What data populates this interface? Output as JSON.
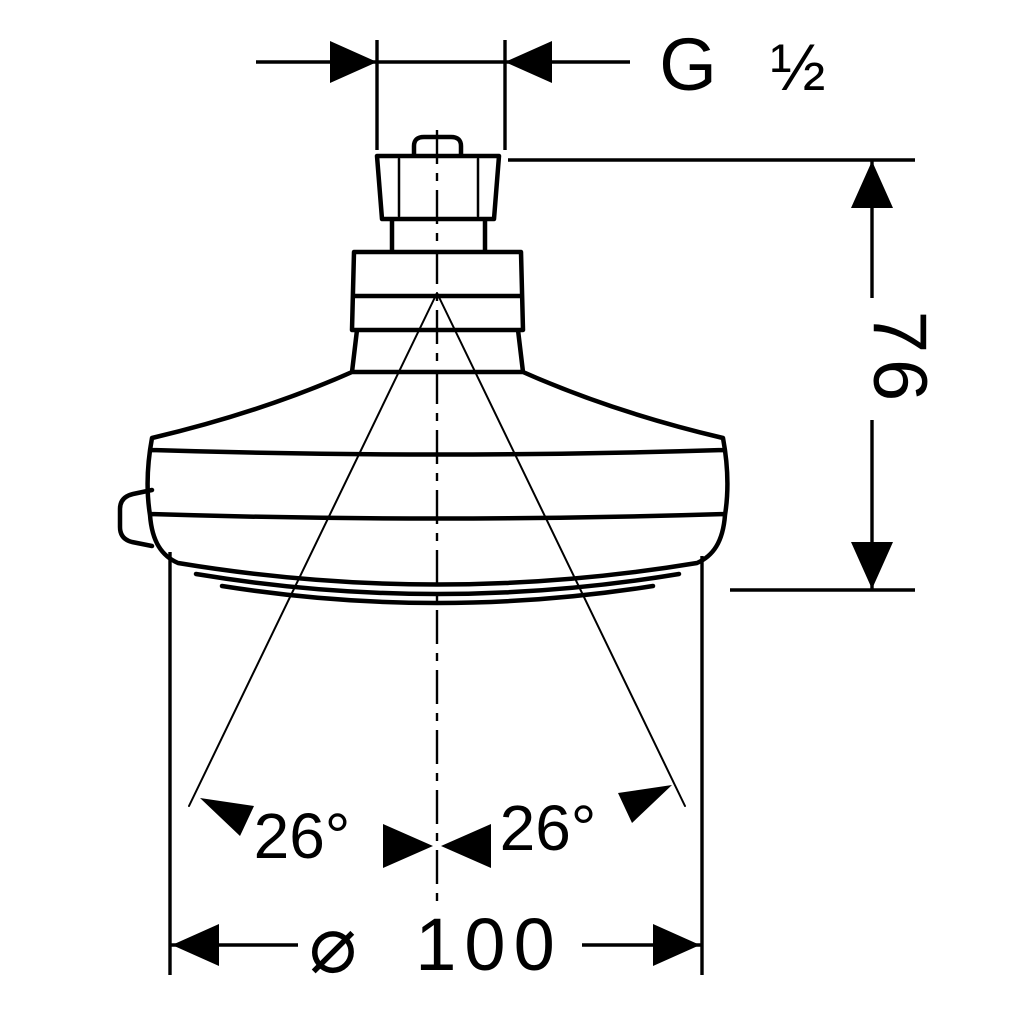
{
  "colors": {
    "background": "#ffffff",
    "line": "#000000"
  },
  "dimensions": {
    "thread": {
      "label": "G ½",
      "prefix": "G",
      "fraction": "½"
    },
    "height": {
      "value": "76"
    },
    "spray_angle_left": {
      "label": "26°"
    },
    "spray_angle_right": {
      "label": "26°"
    },
    "diameter": {
      "label": "⌀ 100",
      "symbol": "⌀",
      "value": "100"
    }
  }
}
